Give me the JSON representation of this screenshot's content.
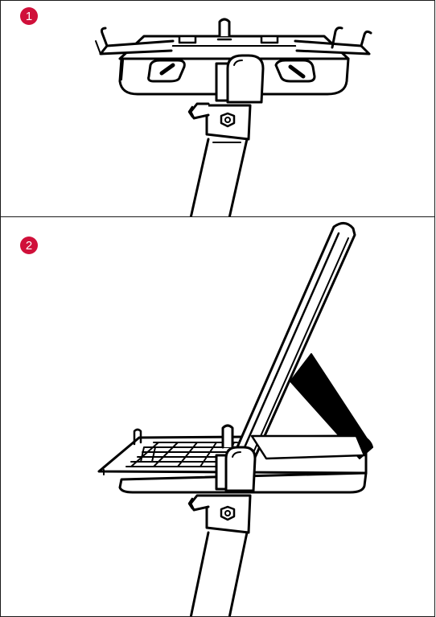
{
  "colors": {
    "badge": "#d0103a",
    "line": "#000000",
    "background": "#ffffff"
  },
  "steps": [
    {
      "number": "1",
      "illustration": "stand-with-open-tablet-tray"
    },
    {
      "number": "2",
      "illustration": "stand-with-tablet-and-keyboard"
    }
  ]
}
